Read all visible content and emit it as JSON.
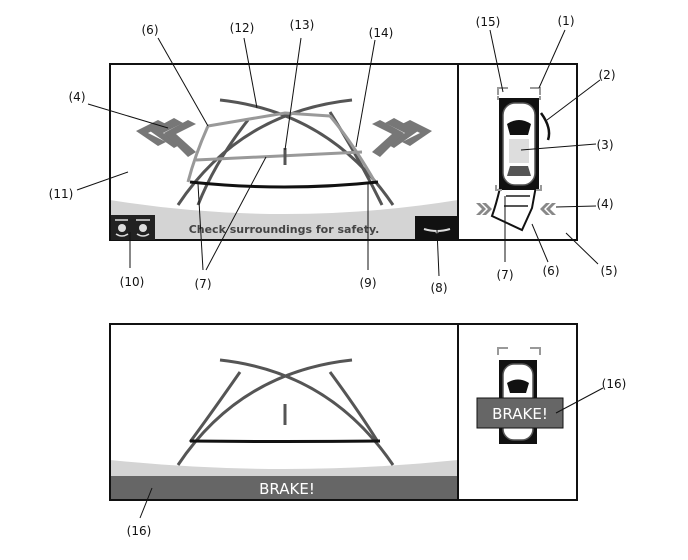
{
  "callouts": {
    "c1": "(1)",
    "c2": "(2)",
    "c3": "(3)",
    "c4a": "(4)",
    "c4b": "(4)",
    "c5": "(5)",
    "c6a": "(6)",
    "c6b": "(6)",
    "c7a": "(7)",
    "c7b": "(7)",
    "c8": "(8)",
    "c9": "(9)",
    "c10": "(10)",
    "c11": "(11)",
    "c12": "(12)",
    "c13": "(13)",
    "c14": "(14)",
    "c15": "(15)",
    "c16a": "(16)",
    "c16b": "(16)"
  },
  "top_panel": {
    "message": "Check surroundings for safety."
  },
  "bottom_panel": {
    "main_banner": "BRAKE!",
    "side_banner": "BRAKE!"
  },
  "colors": {
    "frame": "#111111",
    "guide_dark": "#555555",
    "guide_light": "#999999",
    "ground": "#d4d4d4",
    "banner_bg": "#666666",
    "chevron": "#777777"
  },
  "icons": [
    "sensor-status-icon",
    "camera-view-switch-icon",
    "vehicle-top-icon",
    "chevron-warning-icon"
  ]
}
